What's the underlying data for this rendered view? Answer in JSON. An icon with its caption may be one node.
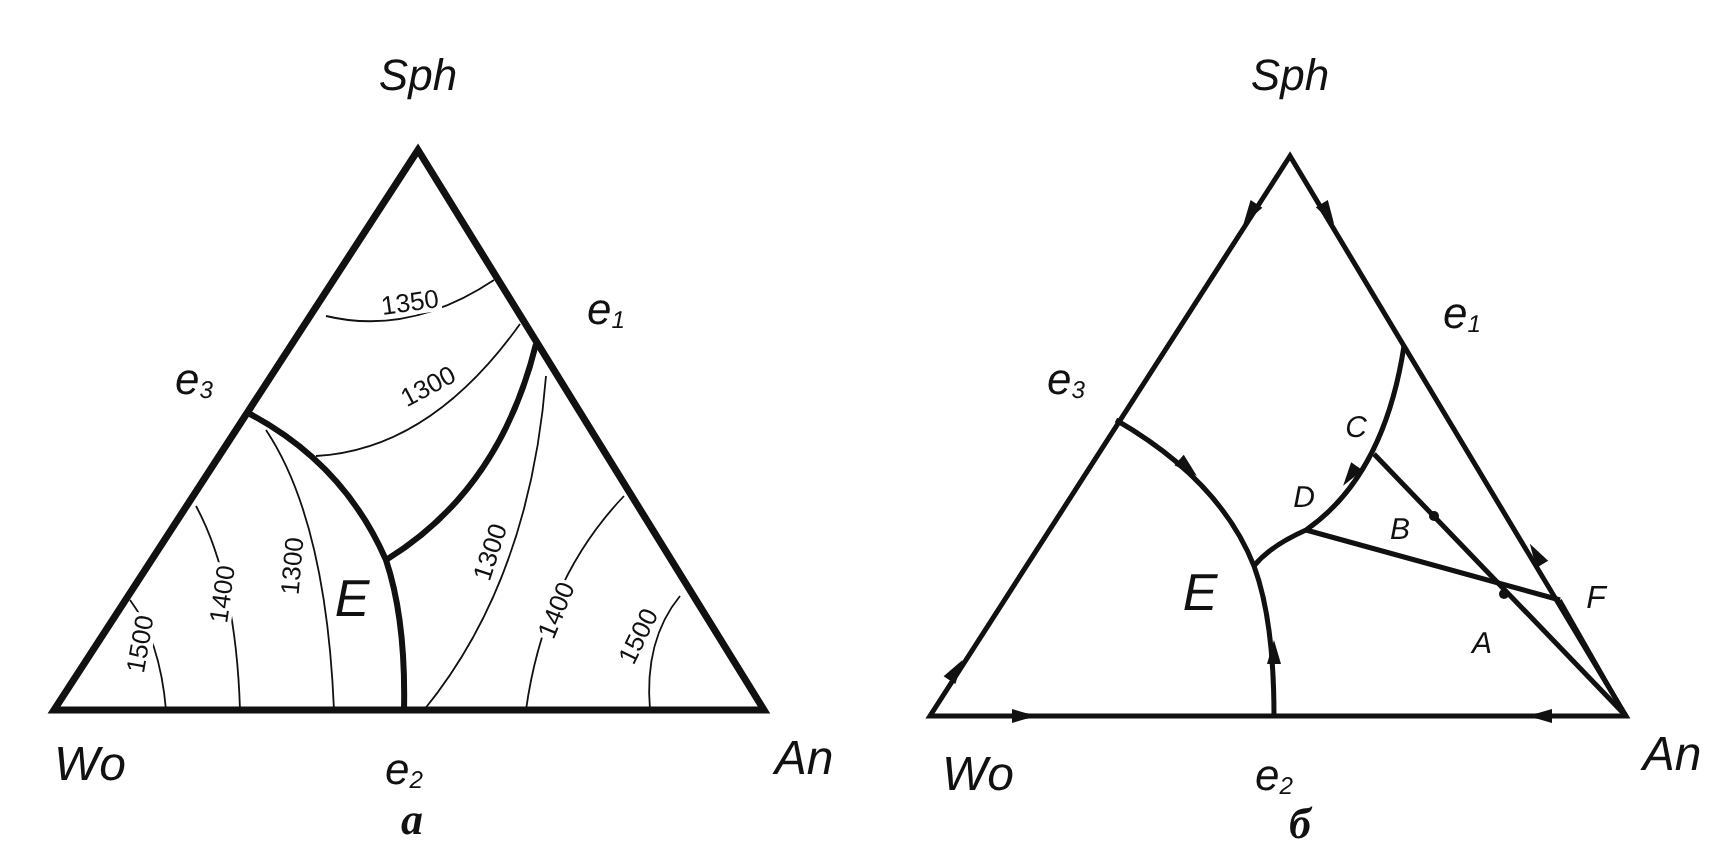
{
  "diagram": {
    "labels": [
      "Sph",
      "1350",
      "e$_{1}$",
      "e$_{3}$",
      "1300",
      "1500",
      "1400",
      "1300",
      "E",
      "1300",
      "1400",
      "1500",
      "Wo",
      "e$_{2}$",
      "An",
      "а",
      "Sph",
      "e$_{1}$",
      "e$_{3}$",
      "C",
      "D",
      "B",
      "E",
      "F",
      "A",
      "Wo",
      "e$_{2}$",
      "An",
      "б"
    ]
  }
}
